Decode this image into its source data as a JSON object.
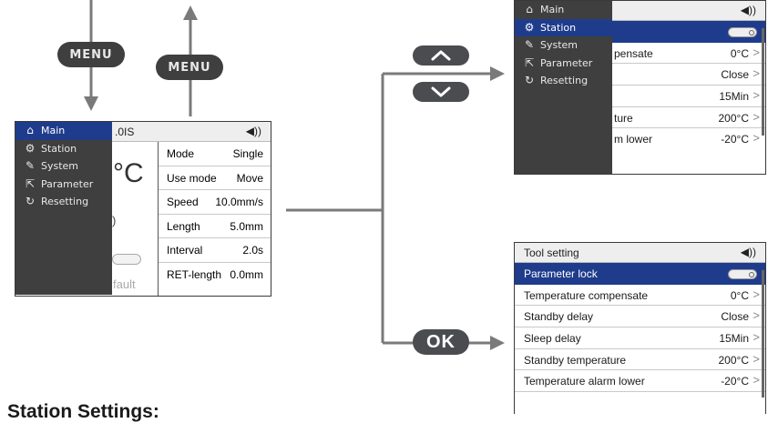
{
  "buttons": {
    "menu": "MENU",
    "ok": "OK"
  },
  "menu": {
    "items": [
      {
        "icon": "home-icon",
        "label": "Main"
      },
      {
        "icon": "gear-icon",
        "label": "Station"
      },
      {
        "icon": "wrench-icon",
        "label": "System"
      },
      {
        "icon": "share-icon",
        "label": "Parameter"
      },
      {
        "icon": "reset-icon",
        "label": "Resetting"
      }
    ]
  },
  "main_screen": {
    "title_fragment": ".0IS",
    "temp_fragment": "°C",
    "fault_fragment": "fault",
    "rows": [
      {
        "label": "Mode",
        "value": "Single"
      },
      {
        "label": "Use mode",
        "value": "Move"
      },
      {
        "label": "Speed",
        "value": "10.0mm/s"
      },
      {
        "label": "Length",
        "value": "5.0mm"
      },
      {
        "label": "Interval",
        "value": "2.0s"
      },
      {
        "label": "RET-length",
        "value": "0.0mm"
      }
    ]
  },
  "top_screen": {
    "rows": [
      {
        "label": "",
        "value": ""
      },
      {
        "label": "pensate",
        "value": "0°C"
      },
      {
        "label": "",
        "value": "Close"
      },
      {
        "label": "",
        "value": "15Min"
      },
      {
        "label": "ture",
        "value": "200°C"
      },
      {
        "label": "m lower",
        "value": "-20°C"
      }
    ]
  },
  "tool_screen": {
    "title": "Tool setting",
    "rows": [
      {
        "label": "Parameter lock",
        "value": ""
      },
      {
        "label": "Temperature compensate",
        "value": "0°C"
      },
      {
        "label": "Standby delay",
        "value": "Close"
      },
      {
        "label": "Sleep delay",
        "value": "15Min"
      },
      {
        "label": "Standby temperature",
        "value": "200°C"
      },
      {
        "label": "Temperature alarm lower",
        "value": "-20°C"
      }
    ]
  },
  "heading": "Station Settings:",
  "colors": {
    "accent": "#1f3c8c",
    "menu_bg": "#3f3f3f",
    "pill": "#4a4c4f",
    "line": "#7a7a7a"
  }
}
